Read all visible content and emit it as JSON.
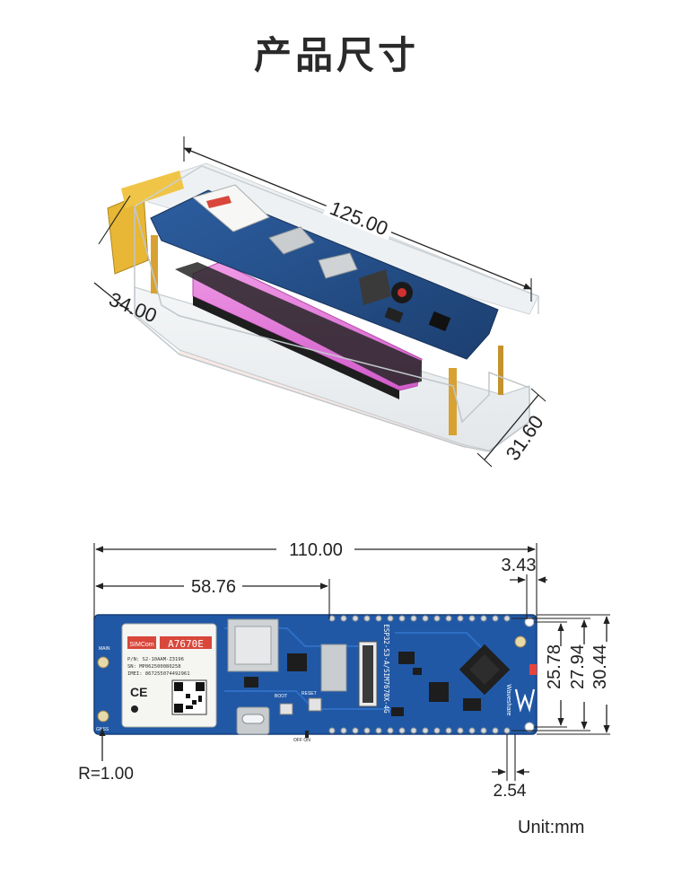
{
  "title": "产品尺寸",
  "unit_label": "Unit:mm",
  "enclosure_view": {
    "length": "125.00",
    "depth": "34.00",
    "height": "31.60"
  },
  "board_view": {
    "board_length": "110.00",
    "connector_offset": "58.76",
    "hole_offset": "3.43",
    "hole_span": "25.78",
    "header_span": "27.94",
    "board_width": "30.44",
    "corner_radius": "R=1.00",
    "pin_pitch": "2.54"
  },
  "module_markings": {
    "brand": "SIMCom",
    "model": "A7670E",
    "pn": "P/N: S2-10AAM-Z3196",
    "sn": "SN: MP062500080258",
    "imei": "IMEI: 867255074492961",
    "ce": "CE",
    "board_text": "ESP32-S3-A/SIM7670X-4G",
    "board_brand": "Waveshare",
    "boot_label": "BOOT",
    "reset_label": "RESET",
    "off_on_label": "OFF ON",
    "main_label": "MAIN",
    "gnss_label": "GNSS"
  }
}
